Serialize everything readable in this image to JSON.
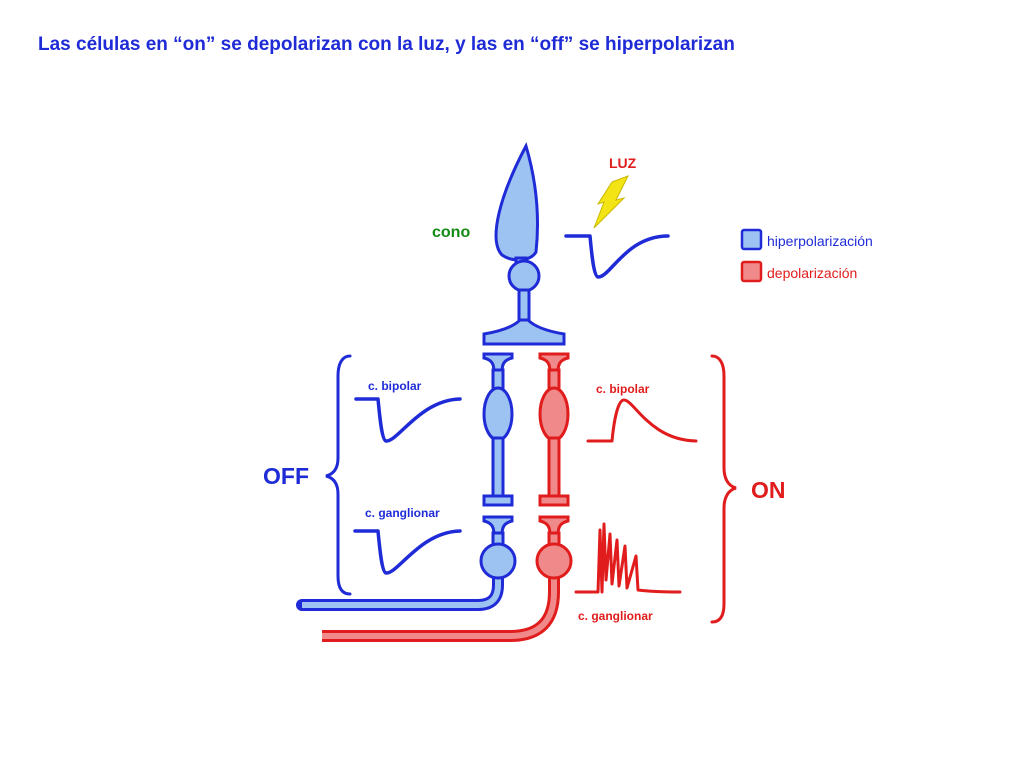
{
  "title": "Las células en “on” se depolarizan con la luz, y las en “off” se hiperpolarizan",
  "labels": {
    "cone": "cono",
    "light": "LUZ",
    "off_bipolar": "c. bipolar",
    "off_ganglion": "c. ganglionar",
    "on_bipolar": "c. bipolar",
    "on_ganglion": "c. ganglionar",
    "off": "OFF",
    "on": "ON"
  },
  "legend": {
    "hyper": "hiperpolarización",
    "depol": "depolarización"
  },
  "colors": {
    "title": "#1f2bd6",
    "blue_stroke": "#1f2bd6",
    "blue_fill": "#9dc3f2",
    "red_stroke": "#e01c1c",
    "red_fill": "#f08a8a",
    "green": "#138a13",
    "lightning": "#f2e415"
  }
}
